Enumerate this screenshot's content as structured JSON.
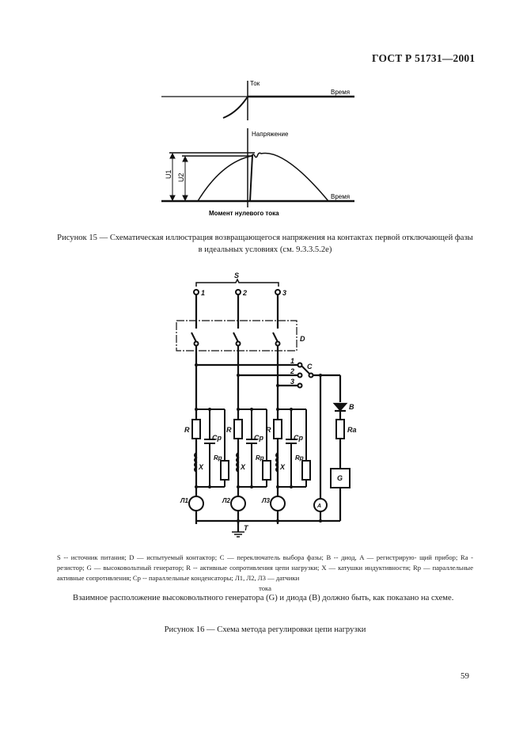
{
  "header": {
    "standard": "ГОСТ Р 51731—2001"
  },
  "figure15": {
    "current_label": "Ток",
    "time_label_top": "Время",
    "voltage_label": "Напряжение",
    "time_label_bottom": "Время",
    "zero_current_label": "Момент нулевого тока",
    "u1_label": "U1",
    "u2_label": "U2",
    "caption": "Рисунок 15 — Схематическая иллюстрация возвращающегося напряжения на контактах первой отключающей фазы в идеальных условиях (см. 9.3.3.5.2е)"
  },
  "figure16": {
    "labels": {
      "source": "S",
      "terminals": [
        "1",
        "2",
        "3"
      ],
      "contactor": "D",
      "selector": "C",
      "selector_positions": [
        "1",
        "2",
        "3"
      ],
      "diode": "B",
      "resistor_a": "Ra",
      "generator": "G",
      "ammeter": "A",
      "resistor": "R",
      "capacitor": "Cp",
      "parallel_resistor": "Rp",
      "inductor": "X",
      "current_sensors": [
        "Л1",
        "Л2",
        "Л3"
      ],
      "ground": "T"
    },
    "legend": {
      "line1": "S -- источник питания; D — испытуемый контактор; C — переключатель выбора фазы; B -- диод, A — регистрирую-",
      "line2": "щий прибор; Ra - резистор; G — высоковольтный генератор; R -- активные сопротивления цепи нагрузки; X — катушки",
      "line3": "индуктивности; Rp — параллельные активные сопротивления; Cp -- параллельные конденсаторы; Л1, Л2, Л3 — датчики",
      "line4": "тока"
    },
    "note": "Взаимное расположение высоковольтного генератора (G) и диода (B) должно быть, как показано на схеме.",
    "caption": "Рисунок 16 — Схема метода регулировки цепи нагрузки"
  },
  "footer": {
    "page_number": "59"
  }
}
